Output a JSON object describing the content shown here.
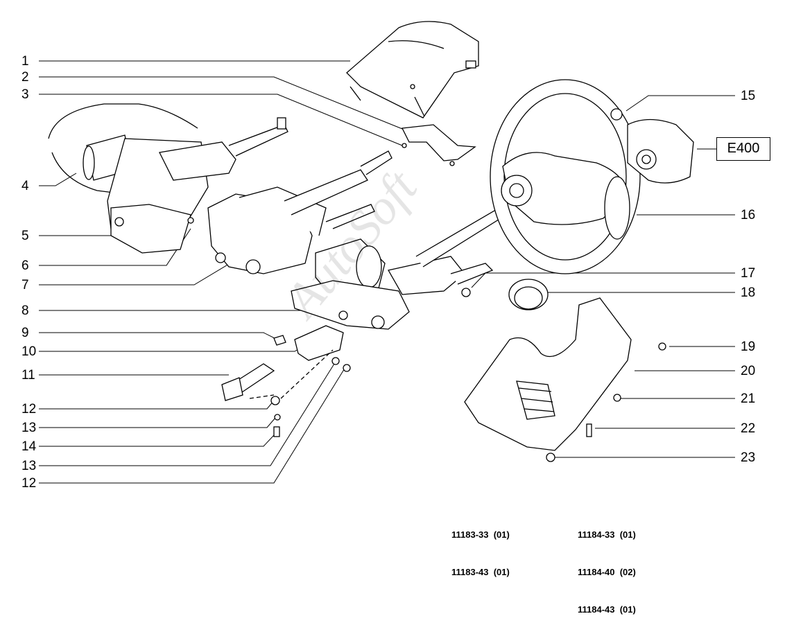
{
  "diagram": {
    "callouts_left": [
      "1",
      "2",
      "3",
      "4",
      "5",
      "6",
      "7",
      "8",
      "9",
      "10",
      "11",
      "12",
      "13",
      "14",
      "13",
      "12"
    ],
    "callouts_right": [
      "15",
      "16",
      "17",
      "18",
      "19",
      "20",
      "21",
      "22",
      "23"
    ],
    "reference_box": "E400",
    "watermark": "AutoSoft",
    "codes_col1": [
      "11183-33  (01)",
      "11183-43  (01)"
    ],
    "codes_col2": [
      "11184-33  (01)",
      "11184-40  (02)",
      "11184-43  (01)"
    ],
    "line_color": "#000000",
    "part_fill": "#ffffff"
  }
}
